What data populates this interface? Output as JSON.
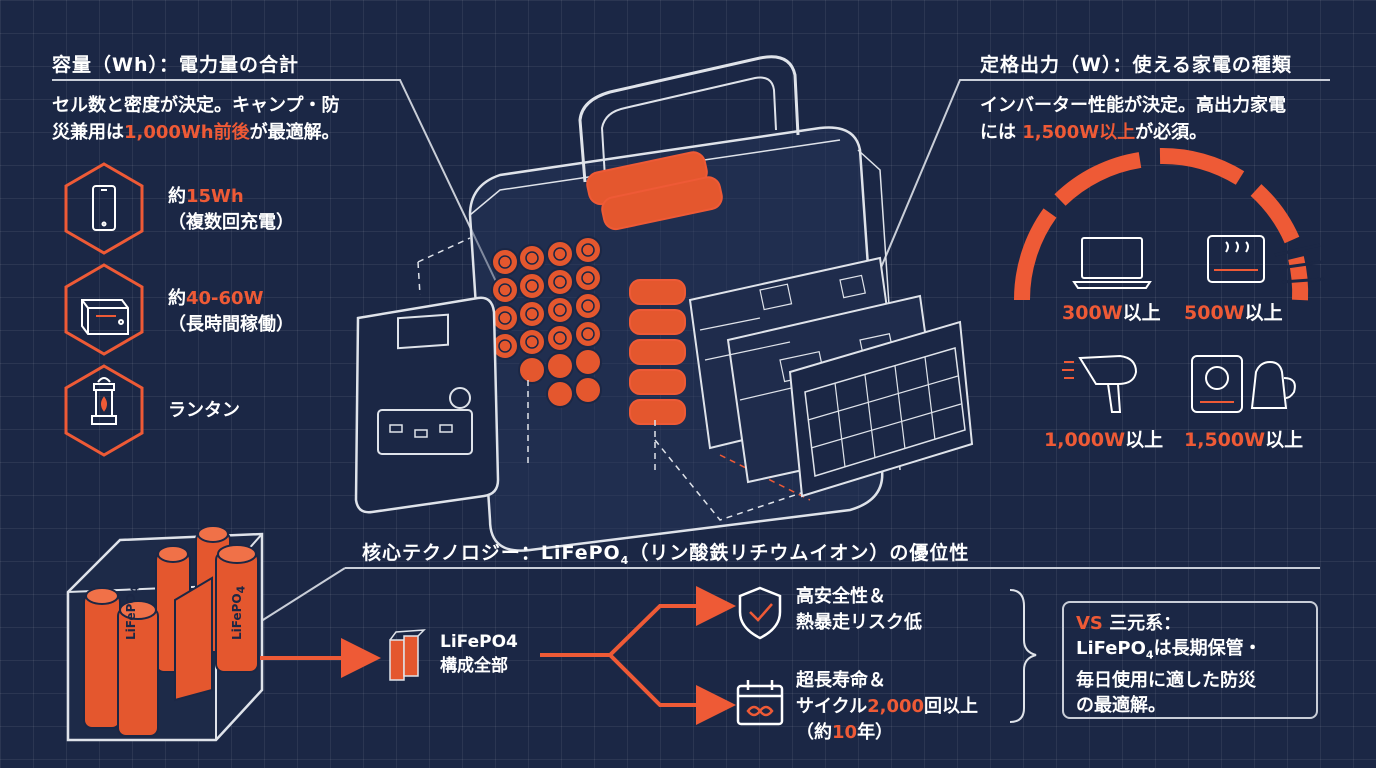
{
  "capacity": {
    "title": "容量（Wh）：電力量の合計",
    "desc_line1": "セル数と密度が決定。キャンプ・防",
    "desc_line2_pre": "災兼用は",
    "desc_line2_highlight": "1,000Wh前後",
    "desc_line2_post": "が最適解。",
    "items": [
      {
        "icon": "smartphone-icon",
        "prefix": "約",
        "value": "15Wh",
        "note": "（複数回充電）"
      },
      {
        "icon": "cooler-box-icon",
        "prefix": "約",
        "value": "40-60W",
        "note": "（長時間稼働）"
      },
      {
        "icon": "lantern-icon",
        "prefix": "",
        "value": "",
        "note": "ランタン"
      }
    ]
  },
  "output": {
    "title": "定格出力（W）：使える家電の種類",
    "desc_line1": "インバーター性能が決定。高出力家電",
    "desc_line2_pre": "には ",
    "desc_line2_highlight": "1,500W以上",
    "desc_line2_post": "が必須。",
    "appliances": [
      {
        "icon": "laptop-icon",
        "num": "300W",
        "suffix": "以上"
      },
      {
        "icon": "hot-plate-icon",
        "num": "500W",
        "suffix": "以上"
      },
      {
        "icon": "hair-dryer-icon",
        "num": "1,000W",
        "suffix": "以上"
      },
      {
        "icon": "induction-kettle-icon",
        "num": "1,500W",
        "suffix": "以上"
      }
    ]
  },
  "core": {
    "title_pre": "核心テクノロジー：LiFePO",
    "title_sub": "4",
    "title_post": "（リン酸鉄リチウムイオン）の優位性",
    "composition_line1": "LiFePO4",
    "composition_line2": "構成全部",
    "cell_label": "LiFePO",
    "cell_label_sub": "4",
    "benefits": [
      {
        "icon": "shield-check-icon",
        "line1": "高安全性＆",
        "line2": "熱暴走リスク低"
      },
      {
        "icon": "calendar-infinity-icon",
        "line1": "超長寿命＆",
        "line2_pre": "サイクル",
        "line2_highlight": "2,000",
        "line2_post": "回以上",
        "line3_pre": "（約",
        "line3_highlight": "10",
        "line3_post": "年）"
      }
    ],
    "vs": {
      "label": "VS",
      "title": "三元系：",
      "line1_pre": "LiFePO",
      "line1_sub": "4",
      "line1_post": "は長期保管・",
      "line2": "毎日使用に適した防災",
      "line3": "の最適解。"
    }
  },
  "colors": {
    "background": "#1b2745",
    "accent": "#ee5a36",
    "line": "#c9ced8"
  }
}
